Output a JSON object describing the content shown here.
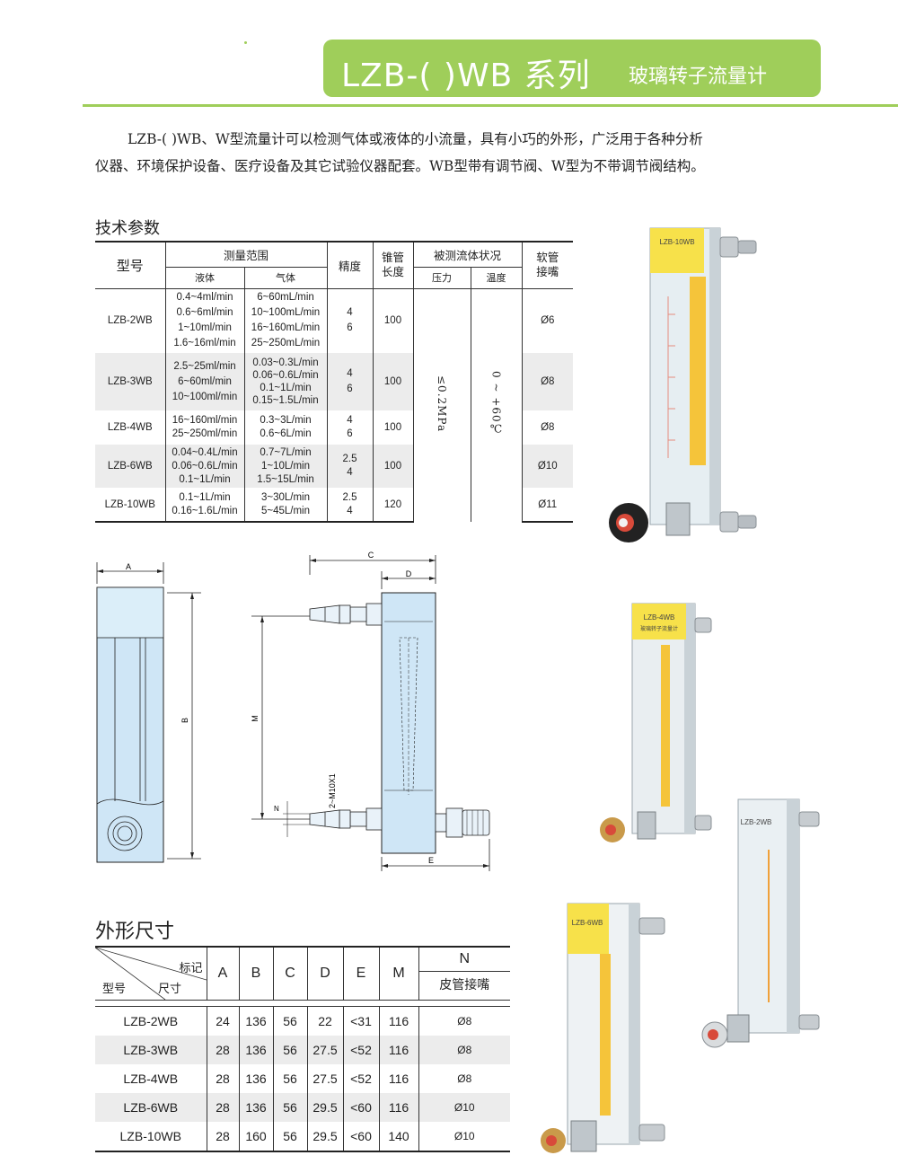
{
  "header": {
    "series": "LZB-( )WB 系列",
    "subtitle": "玻璃转子流量计"
  },
  "intro": {
    "line1": "LZB-(  )WB、W型流量计可以检测气体或液体的小流量，具有小巧的外形，广泛用于各种分析",
    "line2": "仪器、环境保护设备、医疗设备及其它试验仪器配套。WB型带有调节阀、W型为不带调节阀结构。"
  },
  "tech": {
    "title": "技术参数",
    "headers": {
      "model": "型号",
      "range": "测量范围",
      "liquid": "液体",
      "gas": "气体",
      "accuracy": "精度",
      "tube_length": "锥管长度",
      "medium": "被测流体状况",
      "pressure": "压力",
      "temperature": "温度",
      "hose": "软管接嘴"
    },
    "pressure_value": "≤0.2MPa",
    "temperature_value": "0 ~ +60℃",
    "rows": [
      {
        "model": "LZB-2WB",
        "liquid": [
          "0.4~4ml/min",
          "0.6~6ml/min",
          "1~10ml/min",
          "1.6~16ml/min"
        ],
        "gas": [
          "6~60mL/min",
          "10~100mL/min",
          "16~160mL/min",
          "25~250mL/min"
        ],
        "accuracy": [
          "4",
          "6"
        ],
        "length": "100",
        "hose": "Ø6"
      },
      {
        "model": "LZB-3WB",
        "liquid": [
          "2.5~25ml/min",
          "6~60ml/min",
          "10~100ml/min"
        ],
        "gas": [
          "0.03~0.3L/min",
          "0.06~0.6L/min",
          "0.1~1L/min",
          "0.15~1.5L/min"
        ],
        "accuracy": [
          "4",
          "6"
        ],
        "length": "100",
        "hose": "Ø8"
      },
      {
        "model": "LZB-4WB",
        "liquid": [
          "16~160ml/min",
          "25~250ml/min"
        ],
        "gas": [
          "0.3~3L/min",
          "0.6~6L/min"
        ],
        "accuracy": [
          "4",
          "6"
        ],
        "length": "100",
        "hose": "Ø8"
      },
      {
        "model": "LZB-6WB",
        "liquid": [
          "0.04~0.4L/min",
          "0.06~0.6L/min",
          "0.1~1L/min"
        ],
        "gas": [
          "0.7~7L/min",
          "1~10L/min",
          "1.5~15L/min"
        ],
        "accuracy": [
          "2.5",
          "4"
        ],
        "length": "100",
        "hose": "Ø10"
      },
      {
        "model": "LZB-10WB",
        "liquid": [
          "0.1~1L/min",
          "0.16~1.6L/min"
        ],
        "gas": [
          "3~30L/min",
          "5~45L/min"
        ],
        "accuracy": [
          "2.5",
          "4"
        ],
        "length": "120",
        "hose": "Ø11"
      }
    ]
  },
  "drawing": {
    "labels": {
      "a": "A",
      "b": "B",
      "c": "C",
      "d": "D",
      "e": "E",
      "m": "M",
      "n": "N",
      "thread": "2~M10X1"
    }
  },
  "dims": {
    "title": "外形尺寸",
    "corner": {
      "mark": "标记",
      "model": "型号",
      "size": "尺寸"
    },
    "cols": [
      "A",
      "B",
      "C",
      "D",
      "E",
      "M"
    ],
    "n_head": "N",
    "n_sub": "皮管接嘴",
    "rows": [
      {
        "model": "LZB-2WB",
        "vals": [
          "24",
          "136",
          "56",
          "22",
          "<31",
          "116"
        ],
        "n": "Ø8"
      },
      {
        "model": "LZB-3WB",
        "vals": [
          "28",
          "136",
          "56",
          "27.5",
          "<52",
          "116"
        ],
        "n": "Ø8"
      },
      {
        "model": "LZB-4WB",
        "vals": [
          "28",
          "136",
          "56",
          "27.5",
          "<52",
          "116"
        ],
        "n": "Ø8"
      },
      {
        "model": "LZB-6WB",
        "vals": [
          "28",
          "136",
          "56",
          "29.5",
          "<60",
          "116"
        ],
        "n": "Ø10"
      },
      {
        "model": "LZB-10WB",
        "vals": [
          "28",
          "160",
          "56",
          "29.5",
          "<60",
          "140"
        ],
        "n": "Ø10"
      }
    ]
  },
  "photos": {
    "p1": "LZB-10WB",
    "p2": "LZB-4WB",
    "p2b": "玻璃转子流量计",
    "p3": "LZB-2WB",
    "p4": "LZB-6WB"
  }
}
